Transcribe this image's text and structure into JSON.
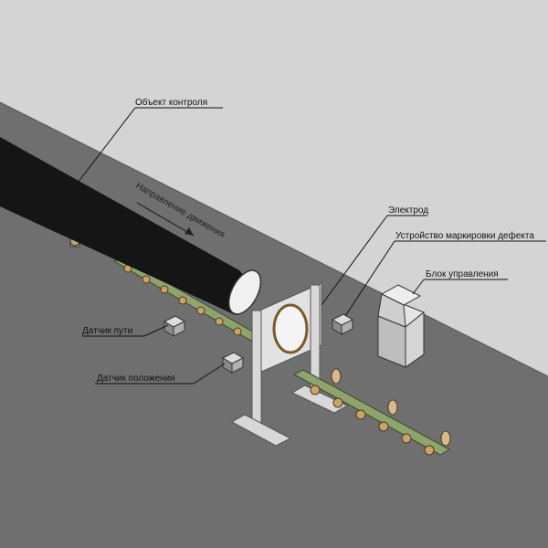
{
  "labels": {
    "object": "Объект контроля",
    "direction": "Направление движения",
    "electrode": "Электрод",
    "marker": "Устройство маркировки дефекта",
    "control_unit": "Блок управления",
    "path_sensor": "Датчик пути",
    "position_sensor": "Датчик положения"
  },
  "colors": {
    "wall": "#d4d4d4",
    "floor": "#6f6f6f",
    "pipe": "#151515",
    "frame": "#e2e2e2",
    "rail": "#8fa46a",
    "roller": "#c8a46a"
  }
}
